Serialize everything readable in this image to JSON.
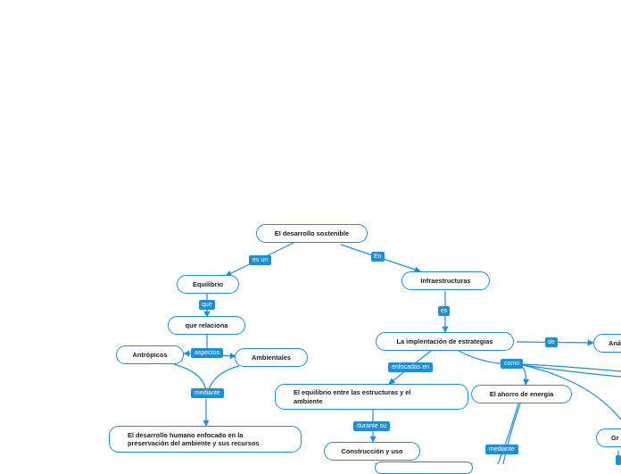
{
  "colors": {
    "line": "#1e8fd6",
    "label_bg": "#1e8fd6",
    "label_text": "#ffffff",
    "node_border": "#1e8fd6"
  },
  "nodes": {
    "root": "El desarrollo sostenible",
    "equilibrio": "Equilibrio",
    "que_relaciona": "que relaciona",
    "antropicos": "Antrópicos",
    "ambientales": "Ambientales",
    "desarrollo_humano": "El desarrollo humano enfocado en la preservación del ambiente y sus recursos",
    "infraestructuras": "Infraestructuras",
    "implementacion": "La implentación de estrategias",
    "equilibrio_estructuras": "El equilibrio entre las estructuras y el ambiente",
    "ahorro_energia": "El ahorro de energía",
    "construccion_uso": "Construcción y uso",
    "ana_partial": "Aná",
    "gr_partial": "Gr"
  },
  "links": {
    "es_un": "es un",
    "en": "En",
    "que": "que",
    "aspectos": "aspectos",
    "mediante_1": "mediante",
    "es": "es",
    "de": "de",
    "enfocadas_en": "enfocadas en",
    "como": "como",
    "durante_su": "durante su",
    "mediante_2": "mediante"
  }
}
